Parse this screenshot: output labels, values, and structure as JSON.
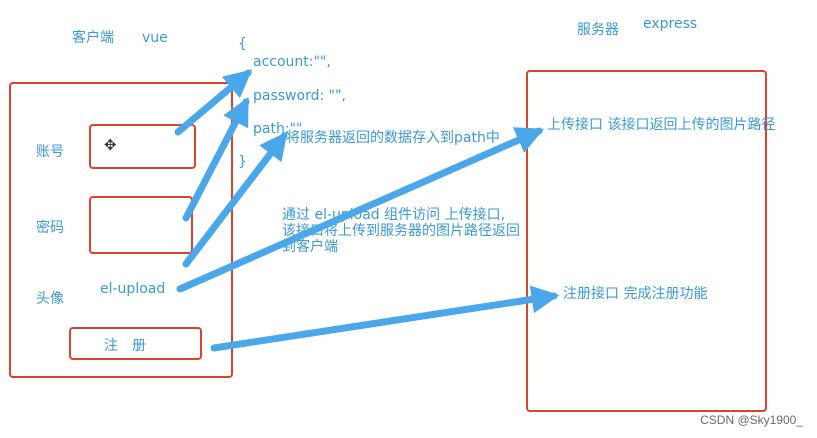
{
  "client": {
    "title": "客户端",
    "framework": "vue",
    "labels": {
      "account": "账号",
      "password": "密码",
      "avatar": "头像"
    },
    "upload_label": "el-upload",
    "register_label": "注　册"
  },
  "data_object": {
    "open": "{",
    "account": "account:\"\",",
    "password": "password: \"\",",
    "path": "path:\"\"",
    "close": "}"
  },
  "server": {
    "title": "服务器",
    "framework": "express",
    "upload_api": "上传接口  该接口返回上传的图片路径",
    "register_api": "注册接口  完成注册功能"
  },
  "notes": {
    "store_path": "将服务器返回的数据存入到path中",
    "upload_flow": [
      "通过 el-upload 组件访问 上传接口,",
      "该接口将上传到服务器的图片路径返回",
      "到客户端"
    ]
  },
  "watermark": "CSDN @Sky1900_",
  "colors": {
    "arrow": "#4aa8ea",
    "box": "#d9452c",
    "text": "#3a9ad9"
  }
}
